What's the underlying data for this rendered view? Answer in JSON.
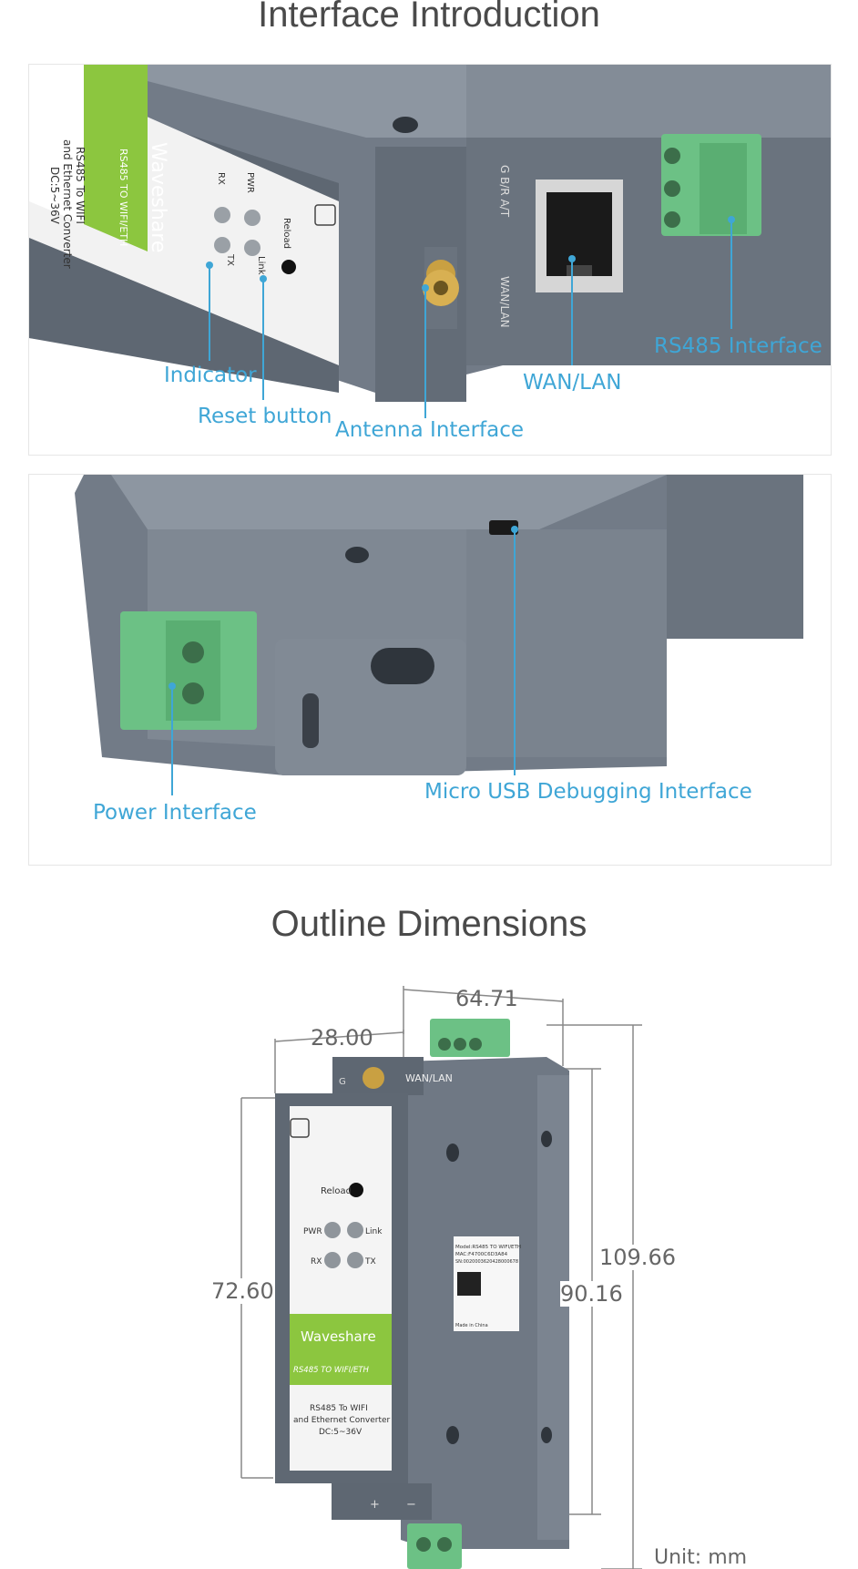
{
  "sections": {
    "intro_title": "Interface Introduction",
    "outline_title": "Outline Dimensions"
  },
  "panel1": {
    "labels": {
      "indicator": "Indicator",
      "reset": "Reset button",
      "antenna": "Antenna Interface",
      "wan": "WAN/LAN",
      "rs485": "RS485 Interface"
    },
    "device_text": {
      "brand": "Waveshare",
      "model": "RS485 TO WIFI/ETH",
      "desc1": "RS485 To WIFI",
      "desc2": "and Ethernet Converter",
      "desc3": "DC:5~36V",
      "pwr": "PWR",
      "link": "Link",
      "rx": "RX",
      "tx": "TX",
      "reload": "Reload",
      "pins": "G  B/R  A/T",
      "wanlan": "WAN/LAN"
    }
  },
  "panel2": {
    "labels": {
      "power": "Power Interface",
      "usb": "Micro USB Debugging Interface"
    }
  },
  "outline": {
    "dims": {
      "top_width": "64.71",
      "side_width": "28.00",
      "total_height": "109.66",
      "body_height": "90.16",
      "front_height": "72.60"
    },
    "unit": "Unit: mm",
    "device_text": {
      "g": "G",
      "wanlan": "WAN/LAN",
      "reload": "Reload",
      "pwr": "PWR",
      "link": "Link",
      "rx": "RX",
      "tx": "TX",
      "brand": "Waveshare",
      "model": "RS485 TO WIFI/ETH",
      "desc1": "RS485 To WIFI",
      "desc2": "and Ethernet Converter",
      "desc3": "DC:5~36V",
      "plus": "+",
      "minus": "−",
      "sticker1": "Model:RS485 TO WIFI/ETH",
      "sticker2": "MAC:F4700C6D3A84",
      "sticker3": "SN:0020003620428000678",
      "sticker4": "Made in China"
    }
  },
  "colors": {
    "label": "#3fa6d6",
    "device_gray": "#6f7884",
    "terminal_green": "#6cc185",
    "brand_green": "#8cc63f"
  }
}
